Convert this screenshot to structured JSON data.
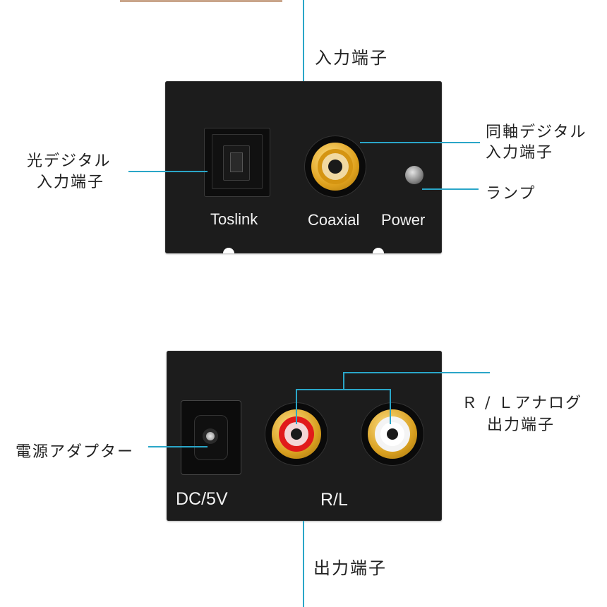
{
  "top": {
    "input_terminal": "入力端子",
    "optical_input": [
      "光デジタル",
      "入力端子"
    ],
    "coaxial_input": [
      "同軸デジタル",
      "入力端子"
    ],
    "lamp": "ランプ",
    "panel_labels": {
      "toslink": "Toslink",
      "coaxial": "Coaxial",
      "power": "Power"
    }
  },
  "bottom": {
    "output_terminal": "出力端子",
    "analog_output": [
      "Ｒ / Ｌアナログ",
      "出力端子"
    ],
    "power_adapter": "電源アダプター",
    "panel_labels": {
      "dc": "DC/5V",
      "rl": "R/L"
    }
  },
  "colors": {
    "leader_line": "#2aa6c8",
    "panel": "#1c1c1c"
  }
}
